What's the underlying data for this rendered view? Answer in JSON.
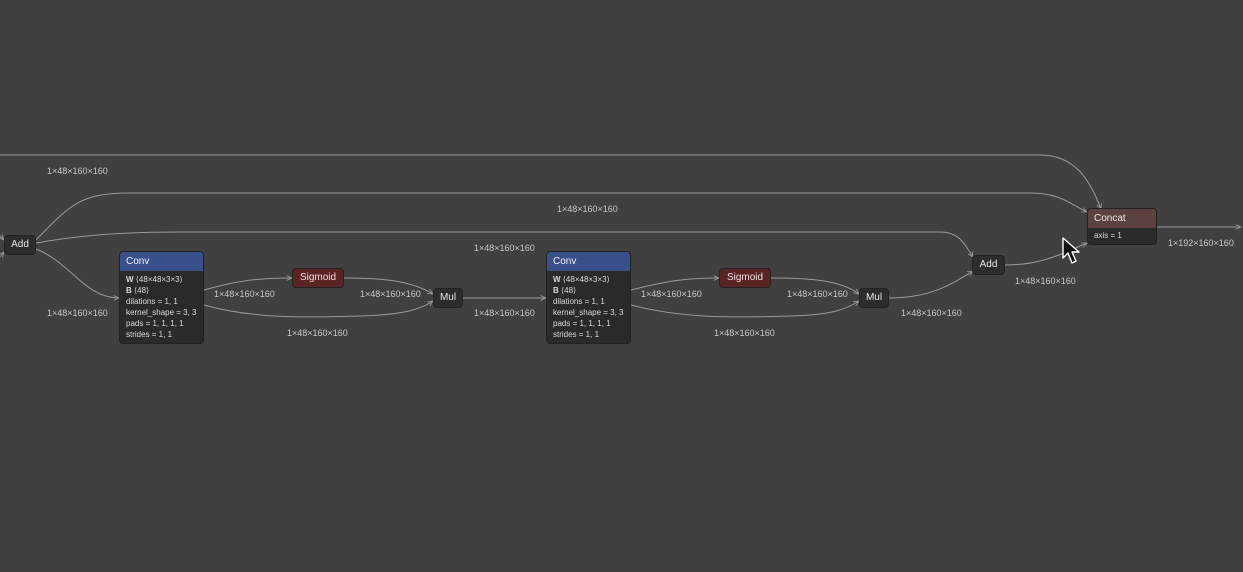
{
  "nodes": {
    "add_left": {
      "label": "Add"
    },
    "conv1": {
      "title": "Conv",
      "w_name": "W",
      "w_shape": "⟨48×48×3×3⟩",
      "b_name": "B",
      "b_shape": "⟨48⟩",
      "dilations": "dilations = 1, 1",
      "kernel_shape": "kernel_shape = 3, 3",
      "pads": "pads = 1, 1, 1, 1",
      "strides": "strides = 1, 1"
    },
    "sigmoid1": {
      "label": "Sigmoid"
    },
    "mul1": {
      "label": "Mul"
    },
    "conv2": {
      "title": "Conv",
      "w_name": "W",
      "w_shape": "⟨48×48×3×3⟩",
      "b_name": "B",
      "b_shape": "⟨48⟩",
      "dilations": "dilations = 1, 1",
      "kernel_shape": "kernel_shape = 3, 3",
      "pads": "pads = 1, 1, 1, 1",
      "strides": "strides = 1, 1"
    },
    "sigmoid2": {
      "label": "Sigmoid"
    },
    "mul2": {
      "label": "Mul"
    },
    "add_right": {
      "label": "Add"
    },
    "concat": {
      "title": "Concat",
      "axis": "axis = 1"
    }
  },
  "edge_labels": {
    "top_skip": "1×48×160×160",
    "add_to_concat": "1×48×160×160",
    "add_to_add": "1×48×160×160",
    "add_to_conv1": "1×48×160×160",
    "conv1_to_sigmoid1": "1×48×160×160",
    "sigmoid1_to_mul1": "1×48×160×160",
    "conv1_to_mul1": "1×48×160×160",
    "mul1_to_conv2": "1×48×160×160",
    "conv2_to_sigmoid2": "1×48×160×160",
    "sigmoid2_to_mul2": "1×48×160×160",
    "conv2_to_mul2": "1×48×160×160",
    "mul2_to_add": "1×48×160×160",
    "add_to_concat_out": "1×48×160×160",
    "concat_out": "1×192×160×160"
  },
  "colors": {
    "background": "#404040",
    "conv_header": "#39508a",
    "sigmoid": "#5a2424",
    "concat_header": "#5b4240",
    "edge": "#9a9a9a"
  },
  "icons": {
    "cursor": "mouse-pointer-icon"
  }
}
